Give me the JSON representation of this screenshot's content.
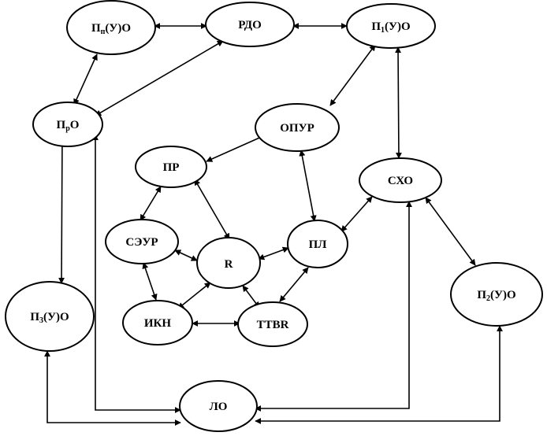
{
  "diagram": {
    "colors": {
      "stroke": "#000000",
      "background": "#ffffff"
    },
    "nodes": {
      "pn": {
        "main": "П",
        "sub": "п",
        "suffix": "(У)О"
      },
      "rdo": {
        "main": "РДО"
      },
      "p1": {
        "main": "П",
        "sub": "1",
        "suffix": "(У)О"
      },
      "pr_o": {
        "main": "П",
        "sub": "р",
        "suffix": "О"
      },
      "opur": {
        "main": "ОПУР"
      },
      "pr": {
        "main": "ПР"
      },
      "sho": {
        "main": "СХО"
      },
      "seur": {
        "main": "СЭУР"
      },
      "r": {
        "main": "R"
      },
      "pl": {
        "main": "ПЛ"
      },
      "p3": {
        "main": "П",
        "sub": "3",
        "suffix": "(У)О"
      },
      "p2": {
        "main": "П",
        "sub": "2",
        "suffix": "(У)О"
      },
      "ikn": {
        "main": "ИКН"
      },
      "ttbr": {
        "main": "TTBR"
      },
      "lo": {
        "main": "ЛО"
      }
    },
    "edges": [
      [
        "pn",
        "rdo"
      ],
      [
        "rdo",
        "p1"
      ],
      [
        "pn",
        "pr_o"
      ],
      [
        "rdo",
        "pr_o"
      ],
      [
        "p1",
        "opur"
      ],
      [
        "p1",
        "sho"
      ],
      [
        "opur",
        "pr"
      ],
      [
        "opur",
        "pl"
      ],
      [
        "pr",
        "seur"
      ],
      [
        "pr",
        "r"
      ],
      [
        "seur",
        "r"
      ],
      [
        "seur",
        "ikn"
      ],
      [
        "r",
        "pl"
      ],
      [
        "r",
        "ikn"
      ],
      [
        "r",
        "ttbr"
      ],
      [
        "pl",
        "sho"
      ],
      [
        "pl",
        "ttbr"
      ],
      [
        "ikn",
        "ttbr"
      ],
      [
        "sho",
        "p2"
      ],
      [
        "pr_o",
        "p3"
      ],
      [
        "pr_o",
        "lo"
      ],
      [
        "p3",
        "lo"
      ],
      [
        "sho",
        "lo"
      ],
      [
        "p2",
        "lo"
      ]
    ]
  }
}
